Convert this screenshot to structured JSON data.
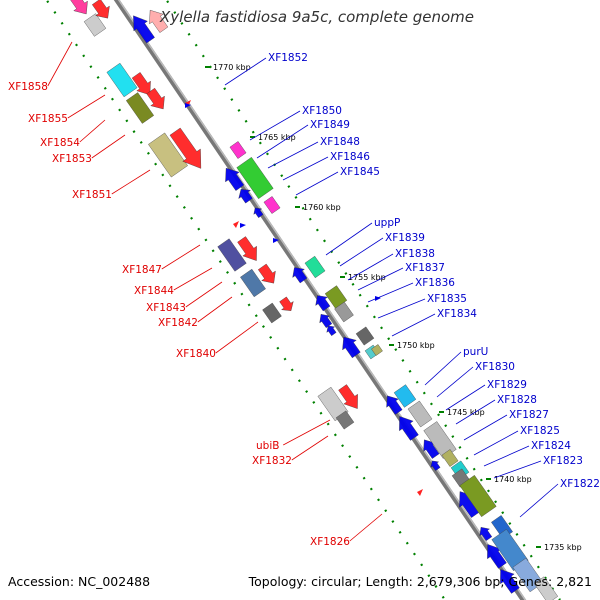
{
  "title": "Xylella fastidiosa 9a5c, complete genome",
  "accession": "Accession: NC_002488",
  "topology": "Topology: circular; Length: 2,679,306 bp; Genes: 2,821",
  "colors": {
    "forward_label": "#e00000",
    "reverse_label": "#0000cc",
    "backbone": "#888888",
    "tick": "#008000"
  },
  "scale_labels": [
    "1770 kbp",
    "1765 kbp",
    "1760 kbp",
    "1755 kbp",
    "1750 kbp",
    "1745 kbp",
    "1740 kbp",
    "1735 kbp"
  ],
  "forward_genes": [
    "XF1858",
    "XF1855",
    "XF1854",
    "XF1853",
    "XF1851",
    "XF1847",
    "XF1844",
    "XF1843",
    "XF1842",
    "XF1840",
    "ubiB",
    "XF1832",
    "XF1826"
  ],
  "reverse_genes": [
    "XF1852",
    "XF1850",
    "XF1849",
    "XF1848",
    "XF1846",
    "XF1845",
    "uppP",
    "XF1839",
    "XF1838",
    "XF1837",
    "XF1836",
    "XF1835",
    "XF1834",
    "purU",
    "XF1830",
    "XF1829",
    "XF1828",
    "XF1827",
    "XF1825",
    "XF1824",
    "XF1823",
    "XF1822"
  ]
}
